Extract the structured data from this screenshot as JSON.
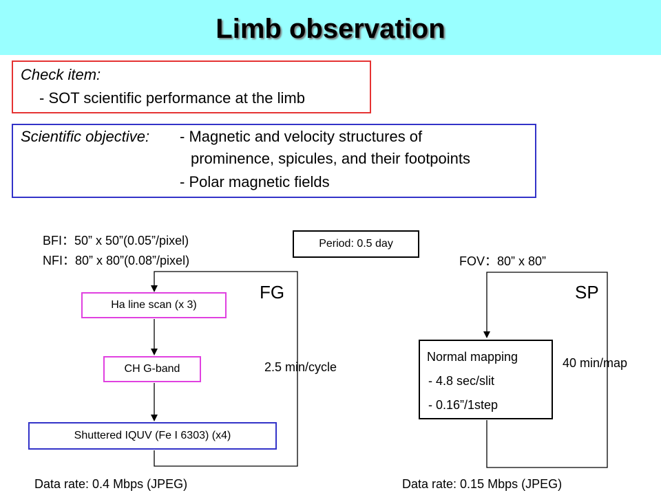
{
  "title": "Limb observation",
  "check": {
    "label": "Check item:",
    "item": "- SOT scientific performance at the limb"
  },
  "objective": {
    "label": "Scientific objective:",
    "item1_line1": "- Magnetic and velocity structures of",
    "item1_line2": "prominence, spicules, and their footpoints",
    "item2": "- Polar magnetic fields"
  },
  "fg": {
    "bfi": "BFI：50” x 50”(0.05”/pixel)",
    "nfi": "NFI：80” x 80”(0.08”/pixel)",
    "label": "FG",
    "cycle": "2.5 min/cycle",
    "step1": "Ha line scan (x 3)",
    "step2": "CH G-band",
    "step3": "Shuttered IQUV (Fe I 6303) (x4)",
    "data_rate": "Data rate: 0.4 Mbps (JPEG)"
  },
  "period": "Period: 0.5 day",
  "sp": {
    "fov": "FOV：80” x 80”",
    "label": "SP",
    "map_time": "40 min/map",
    "mode": "Normal mapping",
    "slit": "- 4.8 sec/slit",
    "step": "- 0.16”/1step",
    "data_rate": "Data rate: 0.15 Mbps (JPEG)"
  },
  "colors": {
    "title_bar": "#99ffff",
    "check_border": "#e53232",
    "objective_border": "#3232c8",
    "fg_step_border": "#e040e0"
  }
}
